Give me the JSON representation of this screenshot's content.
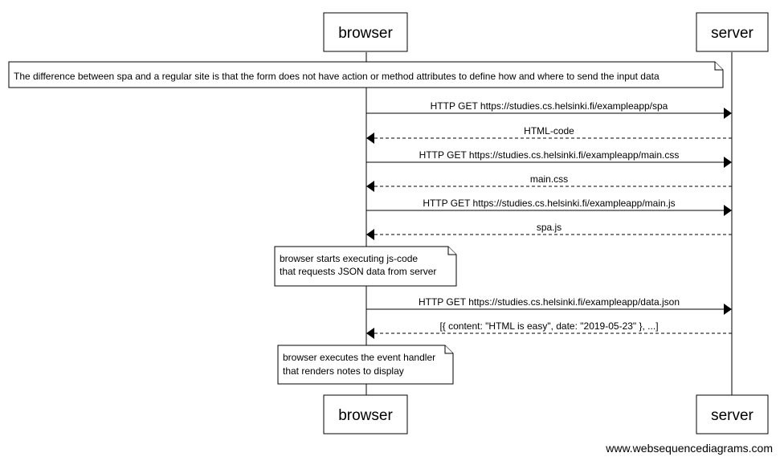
{
  "actors": [
    {
      "id": "browser",
      "label": "browser"
    },
    {
      "id": "server",
      "label": "server"
    }
  ],
  "notes": [
    {
      "lines": [
        "The difference between spa and a regular site is that the form does not have action or method attributes to define how and where to send the input data"
      ]
    },
    {
      "lines": [
        "browser starts executing js-code",
        "that requests JSON data from server"
      ]
    },
    {
      "lines": [
        "browser executes the event handler",
        "that renders notes to display"
      ]
    }
  ],
  "messages": [
    {
      "from": "browser",
      "to": "server",
      "label": "HTTP GET https://studies.cs.helsinki.fi/exampleapp/spa",
      "style": "solid"
    },
    {
      "from": "server",
      "to": "browser",
      "label": "HTML-code",
      "style": "dashed"
    },
    {
      "from": "browser",
      "to": "server",
      "label": "HTTP GET https://studies.cs.helsinki.fi/exampleapp/main.css",
      "style": "solid"
    },
    {
      "from": "server",
      "to": "browser",
      "label": "main.css",
      "style": "dashed"
    },
    {
      "from": "browser",
      "to": "server",
      "label": "HTTP GET https://studies.cs.helsinki.fi/exampleapp/main.js",
      "style": "solid"
    },
    {
      "from": "server",
      "to": "browser",
      "label": "spa.js",
      "style": "dashed"
    },
    {
      "from": "browser",
      "to": "server",
      "label": "HTTP GET https://studies.cs.helsinki.fi/exampleapp/data.json",
      "style": "solid"
    },
    {
      "from": "server",
      "to": "browser",
      "label": "[{ content: \"HTML is easy\", date: \"2019-05-23\" }, ...]",
      "style": "dashed"
    }
  ],
  "footer": "www.websequencediagrams.com"
}
